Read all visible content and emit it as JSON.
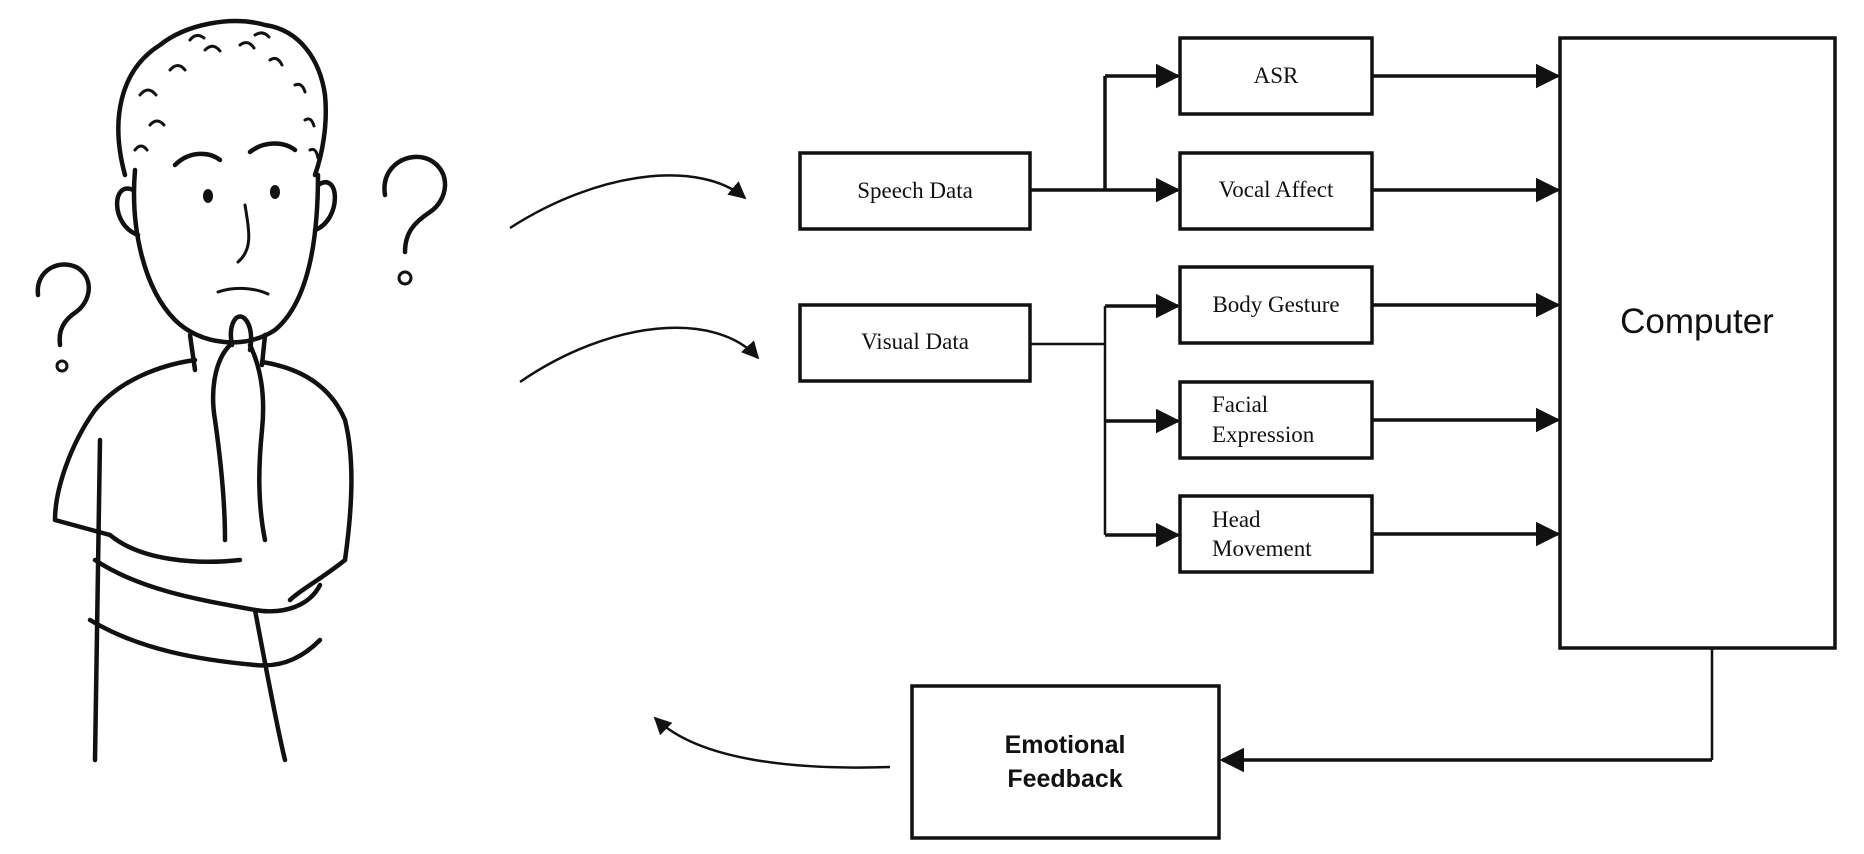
{
  "diagram": {
    "inputs": {
      "speech": "Speech Data",
      "visual": "Visual Data"
    },
    "features": {
      "asr": "ASR",
      "vocal_affect": "Vocal Affect",
      "body_gesture": "Body Gesture",
      "facial_expression": [
        "Facial",
        "Expression"
      ],
      "head_movement": [
        "Head",
        "Movement"
      ]
    },
    "computer": "Computer",
    "feedback": [
      "Emotional",
      "Feedback"
    ]
  }
}
